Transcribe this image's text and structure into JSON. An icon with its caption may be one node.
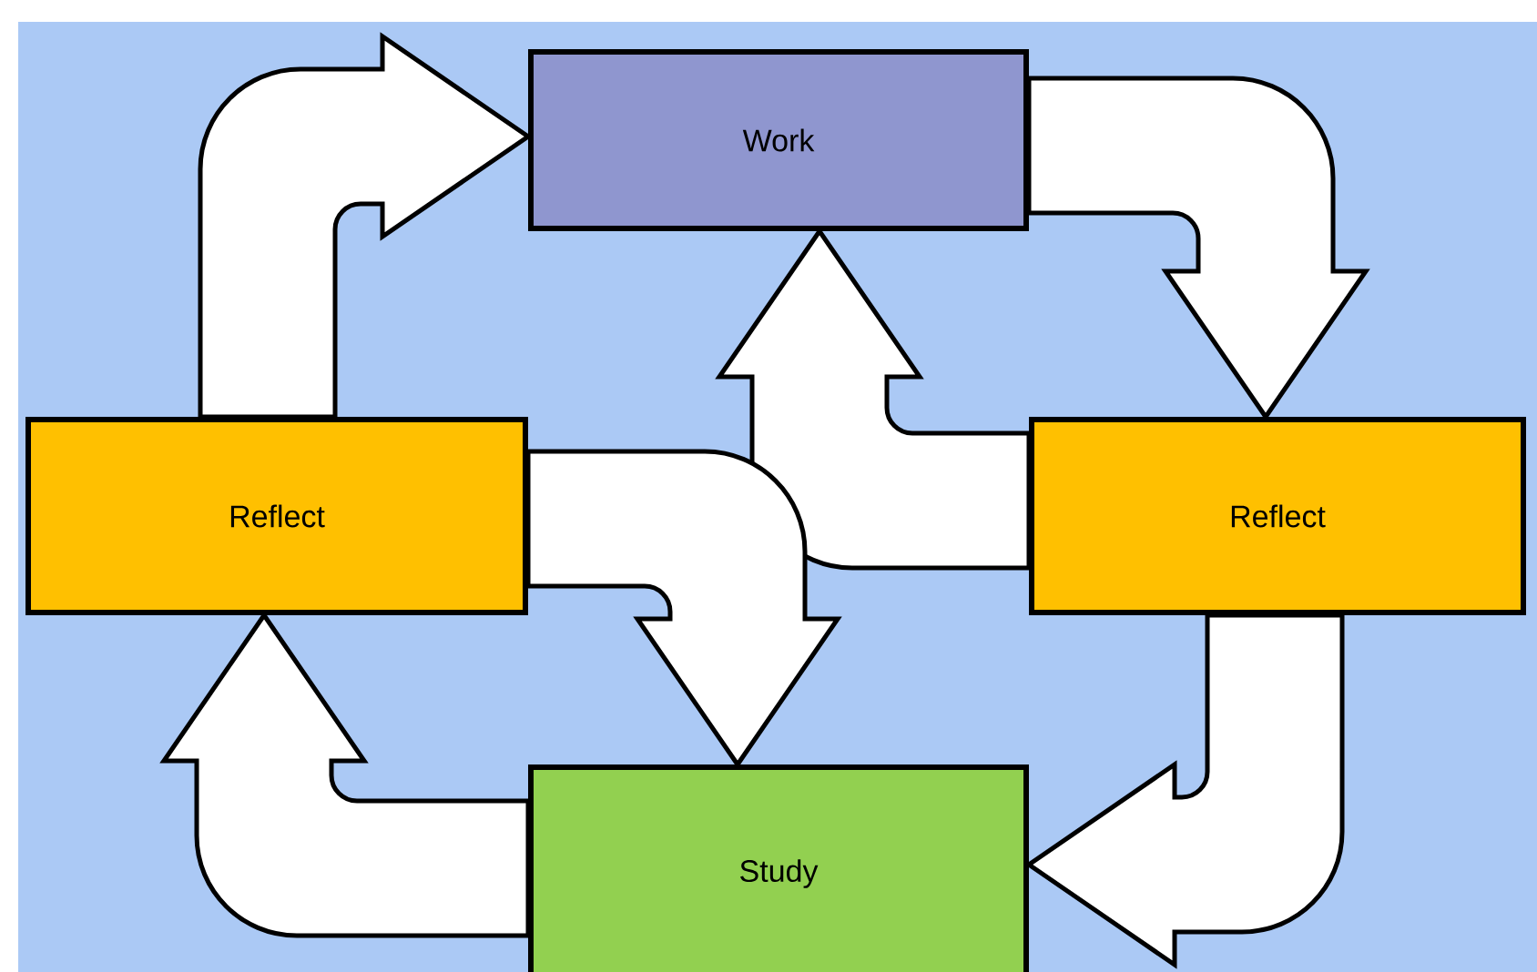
{
  "diagram": {
    "nodes": [
      {
        "text": [
          "Work"
        ]
      },
      {
        "text": [
          "Reflect"
        ]
      },
      {
        "text": [
          "Reflect"
        ]
      },
      {
        "text": [
          "Study"
        ]
      }
    ],
    "edges": [
      {
        "from": 1,
        "to": 0,
        "arrow": "to"
      },
      {
        "from": 0,
        "to": 2,
        "arrow": "to"
      },
      {
        "from": 2,
        "to": 0,
        "arrow": "to"
      },
      {
        "from": 1,
        "to": 3,
        "arrow": "to"
      },
      {
        "from": 3,
        "to": 1,
        "arrow": "to"
      },
      {
        "from": 2,
        "to": 3,
        "arrow": "to"
      }
    ]
  }
}
